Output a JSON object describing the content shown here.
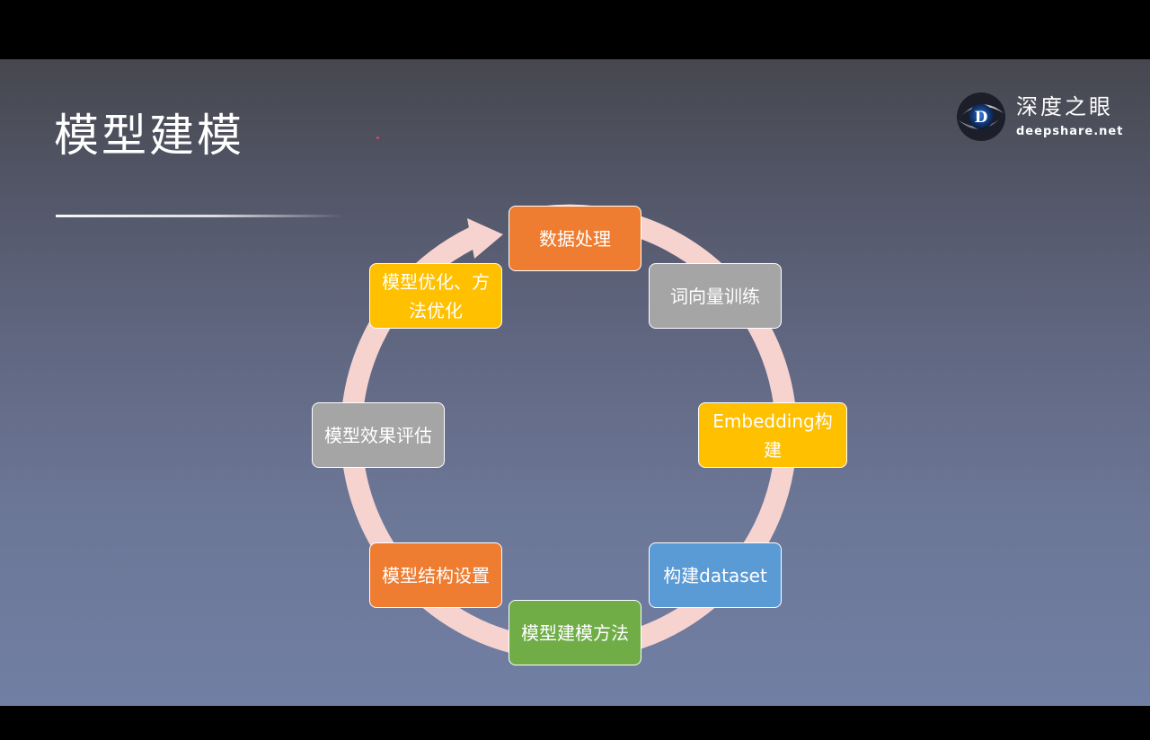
{
  "slide": {
    "title": "模型建模"
  },
  "logo": {
    "name_cn": "深度之眼",
    "name_en": "deepshare.net",
    "mark_letter": "D"
  },
  "cycle": {
    "ring_color": "#f7d3d0",
    "steps": [
      {
        "label": "数据处理",
        "color": "#ef7d31"
      },
      {
        "label": "词向量训练",
        "color": "#a5a5a5"
      },
      {
        "label": "Embedding构建",
        "color": "#ffc000"
      },
      {
        "label": "构建dataset",
        "color": "#5b9bd5"
      },
      {
        "label": "模型建模方法",
        "color": "#70ad47"
      },
      {
        "label": "模型结构设置",
        "color": "#ef7d31"
      },
      {
        "label": "模型效果评估",
        "color": "#a5a5a5"
      },
      {
        "label": "模型优化、方法优化",
        "color": "#ffc000"
      }
    ]
  }
}
